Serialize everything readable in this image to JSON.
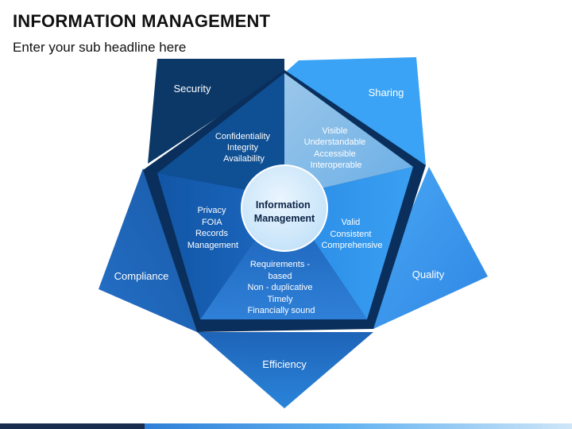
{
  "title": "INFORMATION MANAGEMENT",
  "subtitle": "Enter your sub headline here",
  "center": {
    "lines": [
      "Information",
      "Management"
    ]
  },
  "outer": {
    "security": "Security",
    "sharing": "Sharing",
    "quality": "Quality",
    "efficiency": "Efficiency",
    "compliance": "Compliance"
  },
  "inner": {
    "security": [
      "Confidentiality",
      "Integrity",
      "Availability"
    ],
    "sharing": [
      "Visible",
      "Understandable",
      "Accessible",
      "Interoperable"
    ],
    "quality": [
      "Valid",
      "Consistent",
      "Comprehensive"
    ],
    "efficiency": [
      "Requirements -",
      "based",
      "Non - duplicative",
      "Timely",
      "Financially sound"
    ],
    "compliance": [
      "Privacy",
      "FOIA",
      "Records",
      "Management"
    ]
  },
  "colors": {
    "security_dark": "#0d3a6b",
    "security_inner": "#0f4f93",
    "sharing": "#3aa3f5",
    "sharing_inner": "#8fc1e8",
    "quality": "#3d9af0",
    "efficiency": "#1f6dc4",
    "compliance": "#1a5fb0",
    "center_circle": "#cfe8fb"
  }
}
